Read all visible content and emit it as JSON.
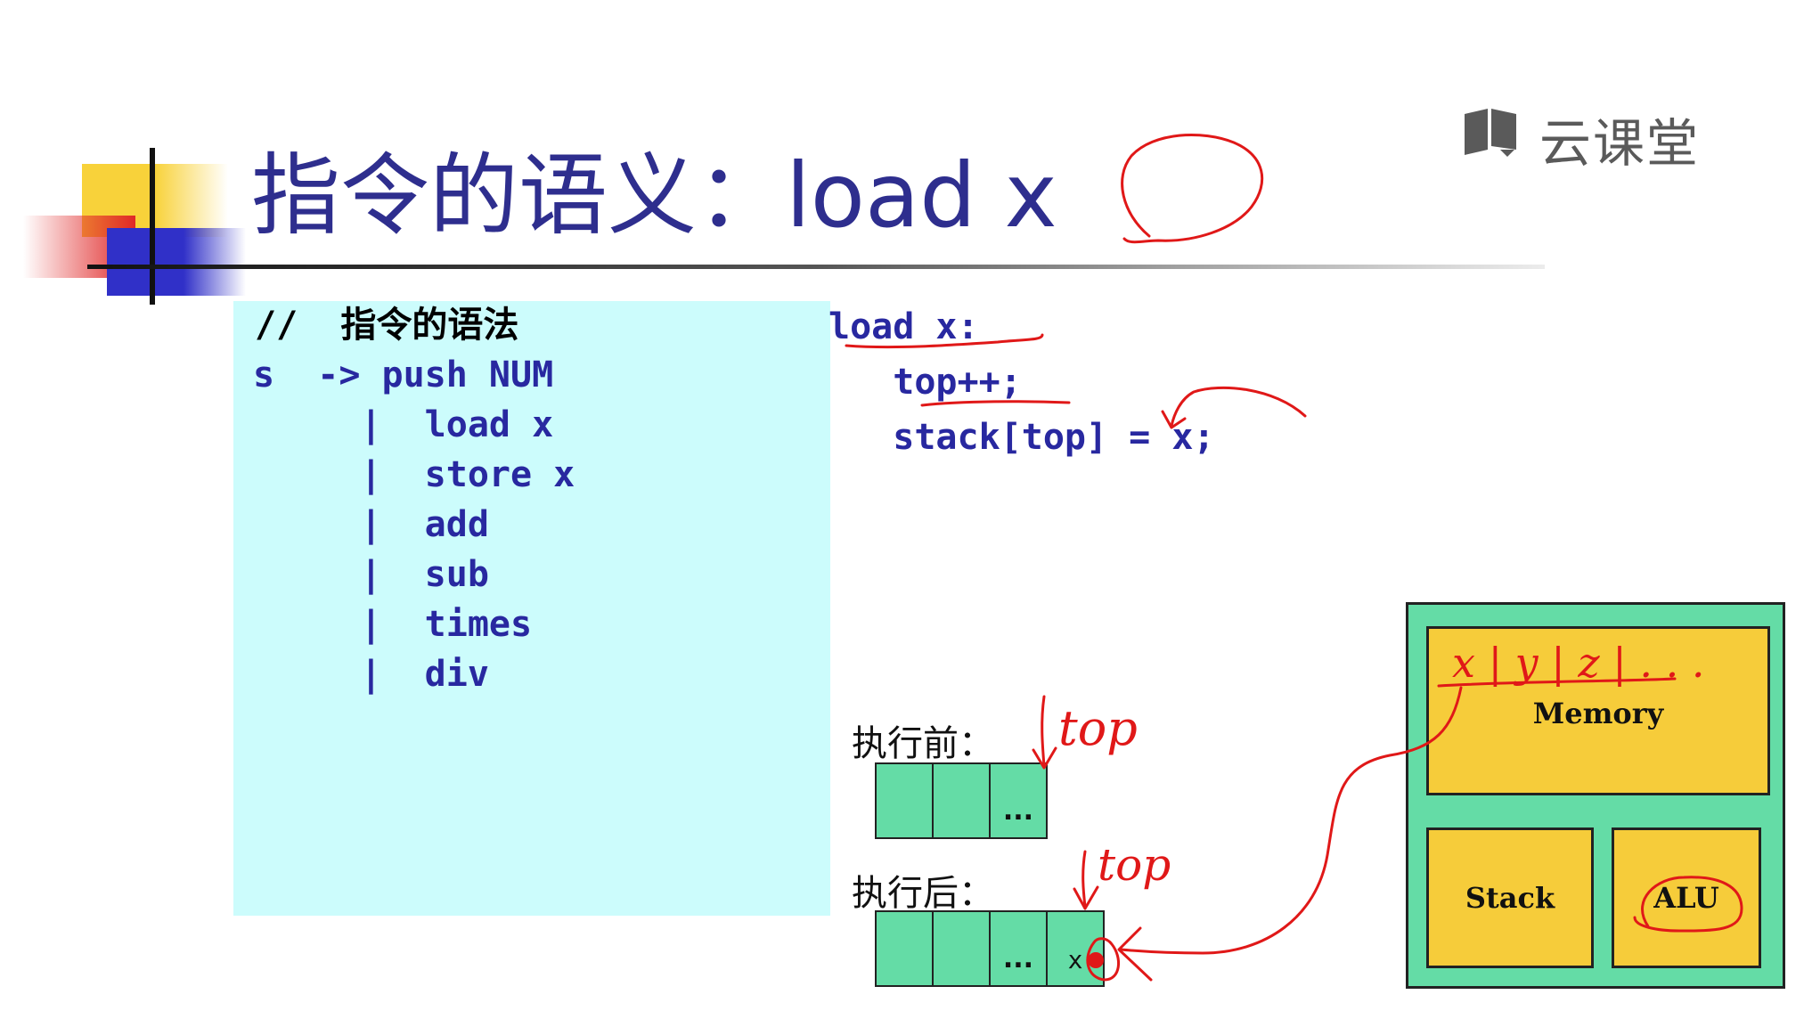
{
  "logo": {
    "text": "云课堂",
    "icon": "book-icon"
  },
  "title": "指令的语义：load x",
  "grammar": {
    "comment": "//  指令的语法",
    "lines": [
      "s  -> push NUM",
      "     |  load x",
      "     |  store x",
      "     |  add",
      "     |  sub",
      "     |  times",
      "     |  div"
    ]
  },
  "semantics": {
    "header": "load x:",
    "lines": [
      "   top++;",
      "   stack[top] = x;"
    ]
  },
  "before": {
    "label": "执行前：",
    "cells": [
      "",
      "",
      "..."
    ]
  },
  "after": {
    "label": "执行后：",
    "cells": [
      "",
      "",
      "...",
      "x"
    ]
  },
  "machine": {
    "memory": "Memory",
    "memory_handwritten": "x | y | z | . . .",
    "stack": "Stack",
    "alu": "ALU"
  },
  "annotations": {
    "top_before": "top",
    "top_after": "top"
  },
  "colors": {
    "title": "#2e2e8e",
    "code": "#2828a0",
    "grammar_bg": "#ccfcfc",
    "cell": "#64dca6",
    "block": "#f6cc3a",
    "ink": "#e01818"
  }
}
